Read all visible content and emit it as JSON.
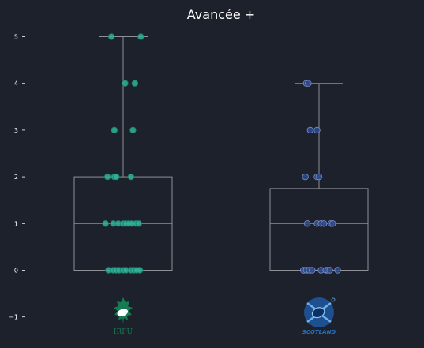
{
  "chart_data": {
    "type": "box",
    "title": "Avancée +",
    "ylim": [
      -1.35,
      5.35
    ],
    "yticks": [
      -1,
      0,
      1,
      2,
      3,
      4,
      5
    ],
    "xlabel": "",
    "ylabel": "",
    "grid": false,
    "colors": {
      "background": "#1c212b",
      "box": "#8f9096",
      "tick": "#ffffff"
    },
    "categories": [
      "IRFU",
      "SCOTLAND"
    ],
    "series": [
      {
        "name": "IRFU",
        "color": "#2fb39a",
        "edge": "#1e7e6c",
        "stats": {
          "min": 0,
          "q1": 0,
          "median": 1,
          "q3": 2,
          "max": 5
        },
        "points": [
          5,
          5,
          4,
          4,
          3,
          3,
          2,
          2,
          2,
          2,
          1,
          1,
          1,
          1,
          1,
          1,
          1,
          1,
          1,
          0,
          0,
          0,
          0,
          0,
          0,
          0,
          0,
          0,
          0
        ],
        "jitter": [
          -0.12,
          0.18,
          0.02,
          0.12,
          -0.09,
          0.1,
          -0.16,
          -0.09,
          -0.07,
          0.08,
          -0.18,
          -0.1,
          -0.05,
          0.0,
          0.03,
          0.06,
          0.09,
          0.13,
          0.16,
          -0.15,
          -0.1,
          -0.07,
          -0.04,
          0.0,
          0.03,
          0.08,
          0.11,
          0.14,
          0.17
        ],
        "logo": {
          "text": "IRFU",
          "color": "#167a52"
        }
      },
      {
        "name": "SCOTLAND",
        "color": "#2d4a8e",
        "edge": "#7f8fc4",
        "stats": {
          "min": 0,
          "q1": 0,
          "median": 1,
          "q3": 1.75,
          "max": 4
        },
        "points": [
          4,
          4,
          3,
          3,
          2,
          2,
          2,
          1,
          1,
          1,
          1,
          1,
          1,
          0,
          0,
          0,
          0,
          0,
          0,
          0,
          0,
          0
        ],
        "jitter": [
          -0.13,
          -0.11,
          -0.09,
          -0.02,
          -0.14,
          -0.02,
          0.0,
          -0.12,
          -0.02,
          0.02,
          0.05,
          0.12,
          0.14,
          -0.16,
          -0.13,
          -0.1,
          -0.07,
          0.02,
          0.07,
          0.09,
          0.11,
          0.19
        ],
        "logo": {
          "text": "SCOTLAND",
          "color": "#2a6fb8"
        }
      }
    ]
  }
}
